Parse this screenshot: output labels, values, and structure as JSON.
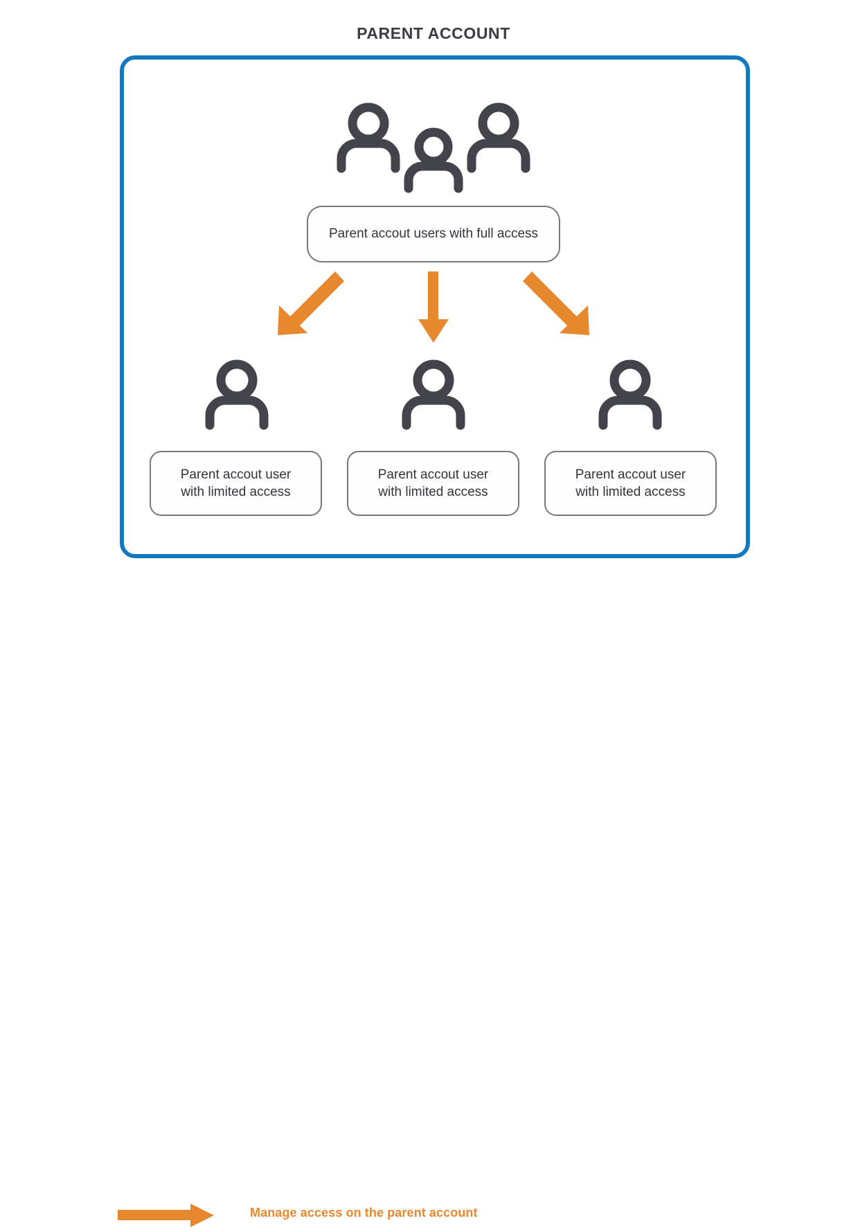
{
  "title": "PARENT ACCOUNT",
  "colors": {
    "frame_border": "#1179c0",
    "arrow": "#e8882e",
    "icon": "#43434b",
    "box_border": "#76767f",
    "title_text": "#3b3b42",
    "box_text": "#33333a",
    "legend_text": "#e8882e",
    "background": "#ffffff"
  },
  "parent_frame": {
    "top_group": {
      "icon_name": "three-people-icon",
      "people_count": 3,
      "label": "Parent accout users with full access"
    },
    "children": [
      {
        "icon_name": "person-icon",
        "label_line1": "Parent accout user",
        "label_line2": "with limited access"
      },
      {
        "icon_name": "person-icon",
        "label_line1": "Parent accout user",
        "label_line2": "with limited access"
      },
      {
        "icon_name": "person-icon",
        "label_line1": "Parent accout user",
        "label_line2": "with limited access"
      }
    ],
    "arrows": [
      {
        "name": "arrow-to-child-1",
        "direction": "down-left"
      },
      {
        "name": "arrow-to-child-2",
        "direction": "down"
      },
      {
        "name": "arrow-to-child-3",
        "direction": "down-right"
      }
    ]
  },
  "legend": {
    "arrow_name": "legend-arrow-icon",
    "arrow_direction": "right",
    "text": "Manage access on the parent account"
  }
}
